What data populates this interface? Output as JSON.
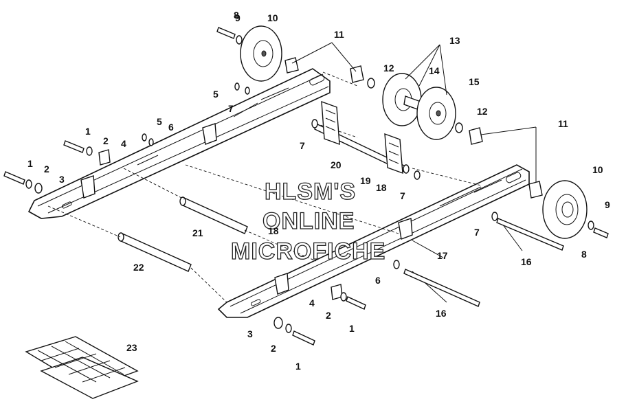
{
  "watermark": {
    "line1": "HLSM'S",
    "line2": "ONLINE",
    "line3": "MICROFICHE"
  },
  "callouts": [
    "1",
    "1",
    "1",
    "1",
    "2",
    "2",
    "2",
    "2",
    "3",
    "3",
    "4",
    "4",
    "5",
    "5",
    "6",
    "6",
    "7",
    "7",
    "7",
    "7",
    "8",
    "8",
    "9",
    "9",
    "10",
    "10",
    "11",
    "11",
    "12",
    "12",
    "13",
    "14",
    "15",
    "16",
    "16",
    "17",
    "18",
    "18",
    "19",
    "20",
    "21",
    "22",
    "23"
  ]
}
